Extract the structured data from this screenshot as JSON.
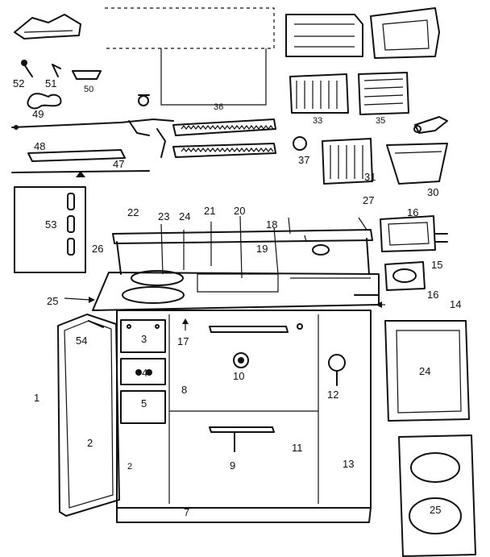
{
  "labels": {
    "p1": "1",
    "p2": "2",
    "p2b": "2",
    "p3": "3",
    "p4": "4",
    "p5": "5",
    "p7": "7",
    "p8": "8",
    "p9": "9",
    "p10": "10",
    "p11": "11",
    "p12": "12",
    "p13": "13",
    "p14": "14",
    "p15": "15",
    "p16": "16",
    "p16b": "16",
    "p17": "17",
    "p18": "18",
    "p19": "19",
    "p20": "20",
    "p21": "21",
    "p22": "22",
    "p23": "23",
    "p24": "24",
    "p24b": "24",
    "p25": "25",
    "p25b": "25",
    "p26": "26",
    "p27": "27",
    "p30": "30",
    "p31": "31",
    "p33": "33",
    "p35": "35",
    "p36": "36",
    "p37": "37",
    "p47": "47",
    "p48": "48",
    "p49": "49",
    "p50": "50",
    "p51": "51",
    "p52": "52",
    "p53": "53",
    "p54": "54"
  }
}
